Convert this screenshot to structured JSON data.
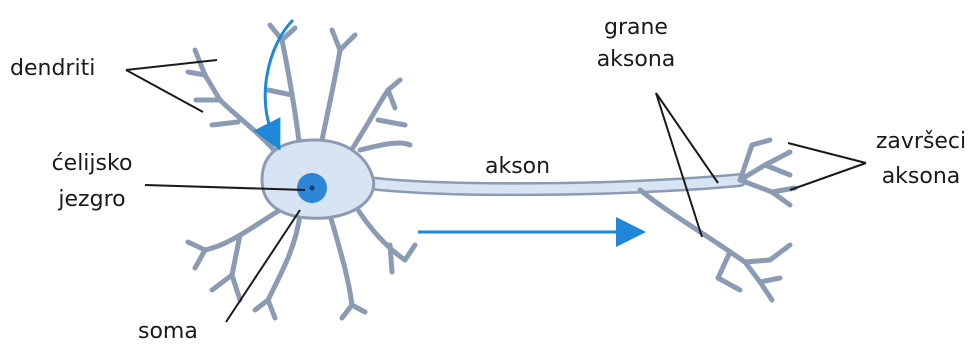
{
  "labels": {
    "dendrites": "dendriti",
    "nucleus_line1": "ćelijsko",
    "nucleus_line2": "jezgro",
    "soma": "soma",
    "axon": "akson",
    "axon_branches_line1": "grane",
    "axon_branches_line2": "aksona",
    "axon_terminals_line1": "završeci",
    "axon_terminals_line2": "aksona"
  },
  "colors": {
    "membrane_fill": "#d6e4f3",
    "membrane_stroke": "#8a9bb3",
    "nucleus_fill": "#2f86d6",
    "arrow": "#1e87d8",
    "leader_line": "#1a1a1a",
    "text": "#1a1a1a"
  },
  "icons": {
    "signal_in": "curved-arrow-icon",
    "signal_out": "right-arrow-icon"
  }
}
